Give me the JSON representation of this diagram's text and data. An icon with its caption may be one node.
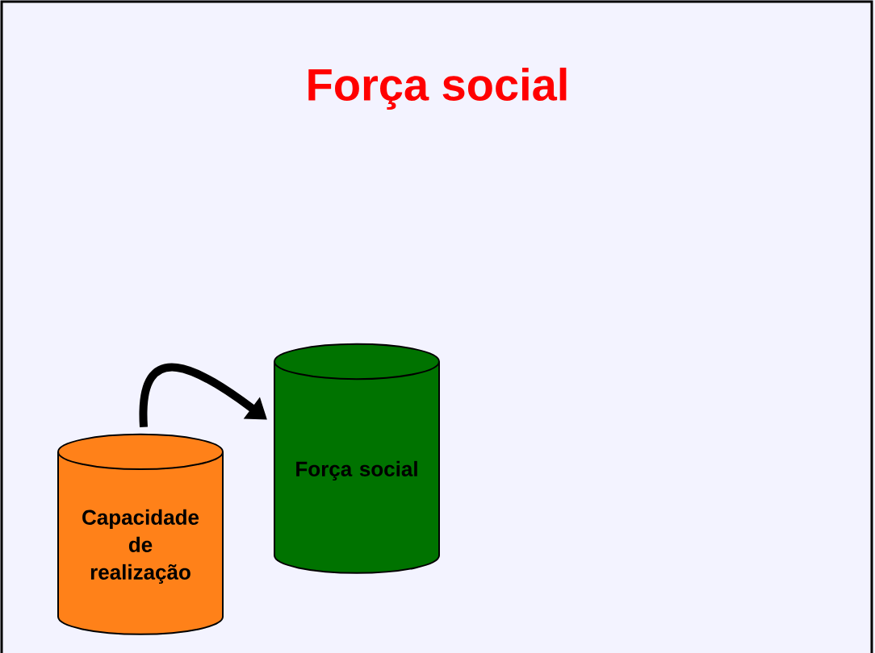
{
  "diagram": {
    "title": "Força social",
    "nodes": [
      {
        "text": [
          "Capacidade de realização"
        ]
      },
      {
        "text": [
          "Força social"
        ]
      }
    ],
    "edges": [
      {
        "from": 0,
        "to": 1,
        "arrow": "to"
      }
    ]
  }
}
